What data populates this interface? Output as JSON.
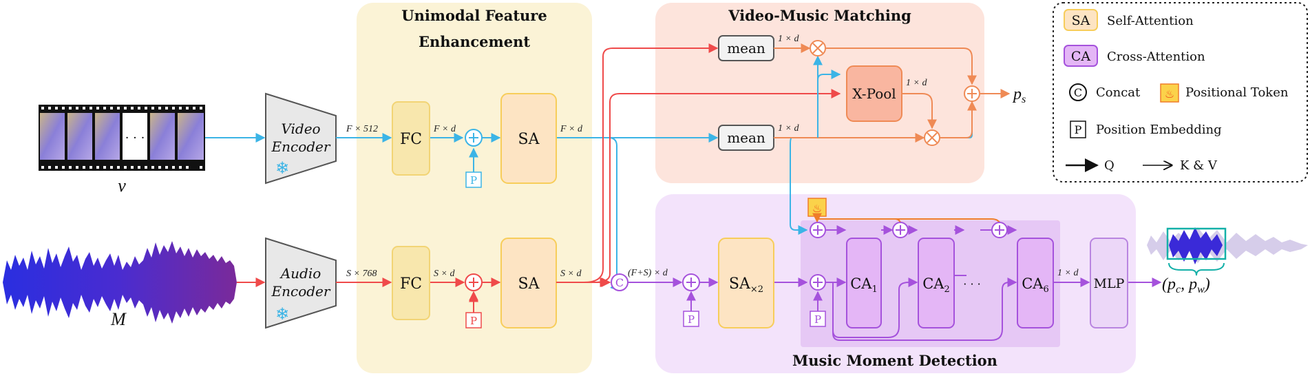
{
  "panels": {
    "unimodal_title_1": "Unimodal Feature",
    "unimodal_title_2": "Enhancement",
    "matching_title": "Video-Music Matching",
    "detection_title": "Music Moment Detection"
  },
  "legend": {
    "sa_box": "SA",
    "sa_text": "Self-Attention",
    "ca_box": "CA",
    "ca_text": "Cross-Attention",
    "concat_symbol": "C",
    "concat_text": "Concat",
    "positional_token_text": "Positional Token",
    "pos_emb_box": "P",
    "pos_emb_text": "Position Embedding",
    "q_text": "Q",
    "kv_text": "K & V"
  },
  "inputs": {
    "video_symbol": "v",
    "music_symbol": "M",
    "frames_ellipsis": "· · ·"
  },
  "encoders": {
    "video_line1": "Video",
    "video_line2": "Encoder",
    "audio_line1": "Audio",
    "audio_line2": "Encoder"
  },
  "blocks": {
    "fc": "FC",
    "sa": "SA",
    "p": "P",
    "mean": "mean",
    "xpool": "X-Pool",
    "sa_x2": "SA",
    "sa_x2_sub": "×2",
    "ca": "CA",
    "ca_sub_1": "1",
    "ca_sub_2": "2",
    "ca_sub_6": "6",
    "ca_dots": "· · ·",
    "mlp": "MLP",
    "concat": "C"
  },
  "dims": {
    "video_enc_out": "F × 512",
    "video_fc_out": "F × d",
    "video_sa_out": "F × d",
    "audio_enc_out": "S × 768",
    "audio_fc_out": "S × d",
    "audio_sa_out": "S × d",
    "mean_top_out": "1 × d",
    "mean_bottom_out": "1 × d",
    "xpool_out": "1 × d",
    "concat_out": "(F+S) × d",
    "ca6_out": "1 × d"
  },
  "outputs": {
    "ps": "p",
    "ps_sub": "s",
    "pcpw": "(p",
    "pc_sub": "c",
    "pcpw_mid": ", p",
    "pw_sub": "w",
    "pcpw_end": ")"
  },
  "colors": {
    "video_flow": "#3bb4e6",
    "audio_flow": "#ef4a4a",
    "detect_flow": "#a552dc",
    "match_flow": "#ef8a55",
    "token_flow": "#ef7d2a",
    "panel_unimodal": "#fbf3d6",
    "panel_matching": "#fde4dc",
    "panel_detection": "#f3e3fb"
  }
}
